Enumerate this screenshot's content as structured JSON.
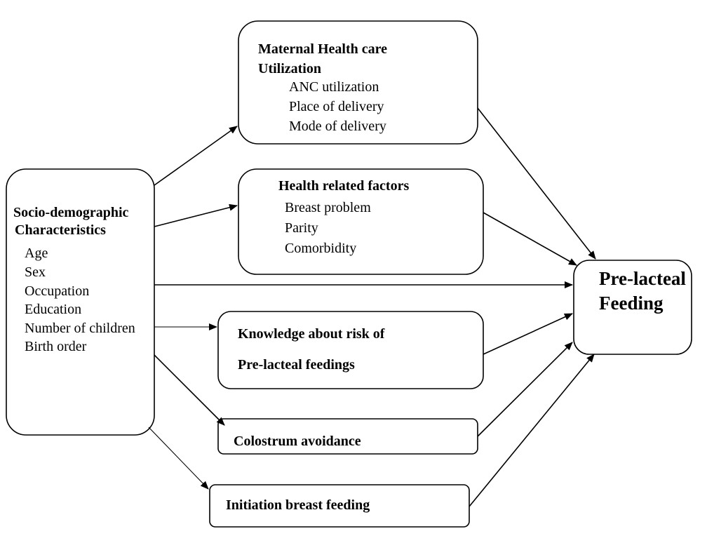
{
  "socio": {
    "title_line1": "Socio-demographic",
    "title_line2": "Characteristics",
    "items": [
      "Age",
      "Sex",
      "Occupation",
      "Education",
      "Number of children",
      "Birth order"
    ]
  },
  "maternal": {
    "title_line1": "Maternal Health care",
    "title_line2": "Utilization",
    "items": [
      "ANC utilization",
      "Place of delivery",
      "Mode of delivery"
    ]
  },
  "health": {
    "title": "Health related factors",
    "items": [
      "Breast problem",
      "Parity",
      "Comorbidity"
    ]
  },
  "knowledge": {
    "title_line1": "Knowledge about risk of",
    "title_line2": "Pre-lacteal feedings"
  },
  "colostrum": {
    "title": "Colostrum avoidance"
  },
  "initiation": {
    "title": "Initiation breast feeding"
  },
  "outcome": {
    "title_line1": "Pre-lacteal",
    "title_line2": "Feeding"
  }
}
